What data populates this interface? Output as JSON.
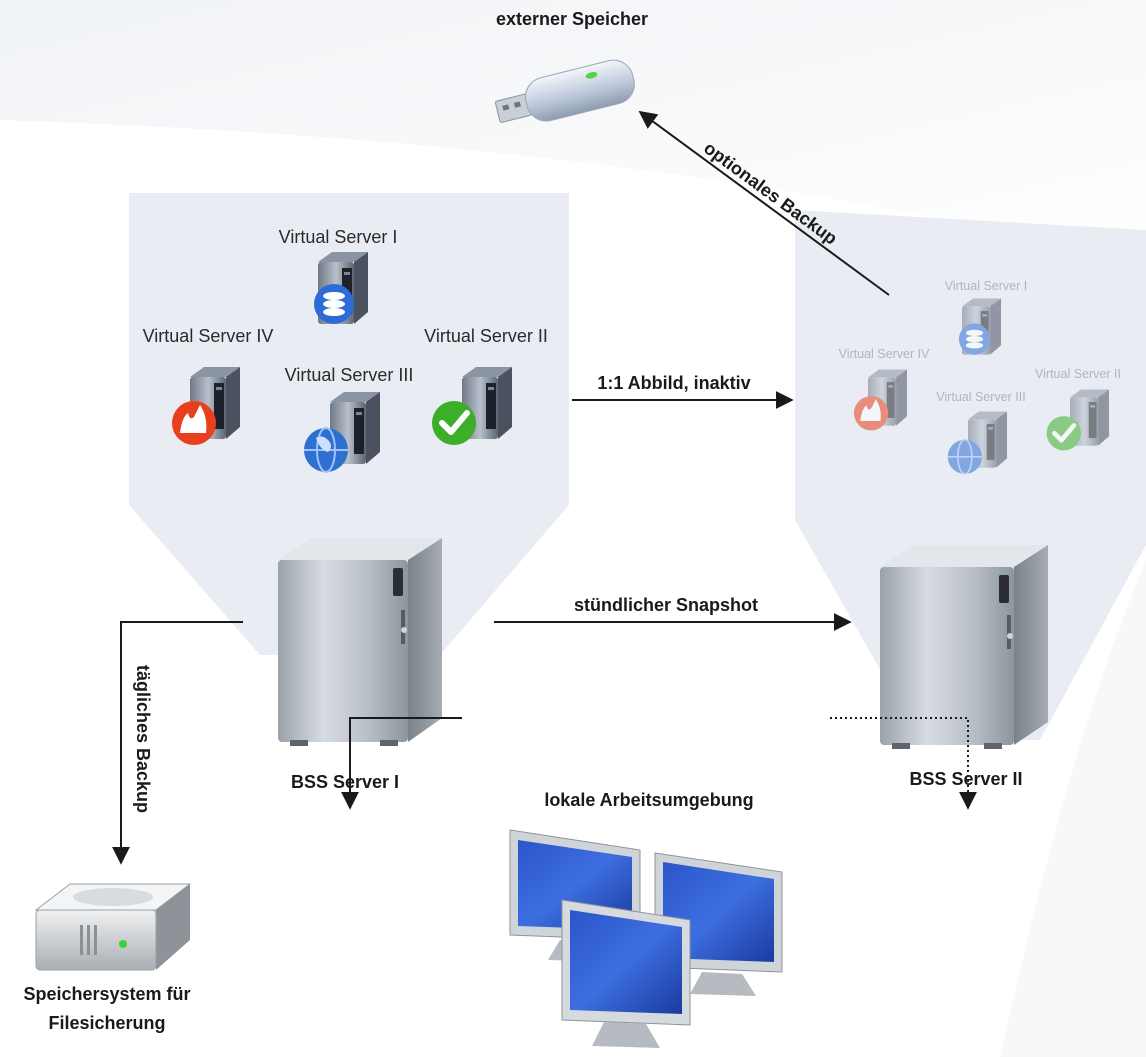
{
  "external_storage": {
    "label": "externer Speicher"
  },
  "edges": {
    "optional_backup": "optionales Backup",
    "mirror": "1:1 Abbild, inaktiv",
    "hourly_snapshot": "stündlicher Snapshot",
    "daily_backup": "tägliches Backup"
  },
  "server_1": {
    "label": "BSS Server I",
    "virtual_servers": [
      "Virtual Server I",
      "Virtual Server II",
      "Virtual Server III",
      "Virtual Server IV"
    ]
  },
  "server_2": {
    "label": "BSS Server II",
    "virtual_servers": [
      "Virtual Server I",
      "Virtual Server II",
      "Virtual Server III",
      "Virtual Server IV"
    ]
  },
  "workspace": {
    "label": "lokale Arbeitsumgebung"
  },
  "file_storage": {
    "line1": "Speichersystem für",
    "line2": "Filesicherung"
  },
  "colors": {
    "panel": "#e9edf3",
    "server_body": "#c5cbd1",
    "monitor_screen": "#2a55c8",
    "db_icon": "#2f6bd6",
    "fire_icon": "#e8401c",
    "check_icon": "#3cae2a",
    "globe_icon": "#2e6fd0"
  }
}
